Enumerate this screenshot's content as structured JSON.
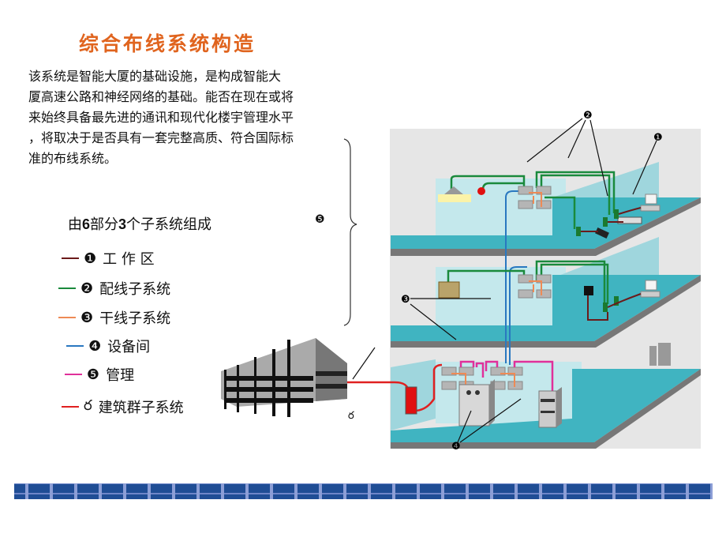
{
  "title": "综合布线系统构造",
  "paragraph": [
    " 该系统是智能大厦的基础设施，是构成智能大",
    "厦高速公路和神经网络的基础。能否在现在或将",
    "来始终具备最先进的通讯和现代化楼宇管理水平",
    "，将取决于是否具有一套完整高质、符合国际标",
    "准的布线系统。"
  ],
  "subtitle": {
    "pre": "由",
    "n1": "6",
    "mid": "部分",
    "n2": "3",
    "post": "个子系统组成"
  },
  "legend": [
    {
      "num": "❶",
      "label": "工 作 区",
      "color": "#6b1a1a"
    },
    {
      "num": "❷",
      "label": "配线子系统",
      "color": "#1a8a3c"
    },
    {
      "num": "❸",
      "label": "干线子系统",
      "color": "#ee8a55"
    },
    {
      "num": "❹",
      "label": "设备间",
      "color": "#2a78c0"
    },
    {
      "num": "❺",
      "label": "管理",
      "color": "#e0309a"
    },
    {
      "num": "ర",
      "label": "建筑群子系统",
      "color": "#e02020",
      "icon": "campus-link-icon"
    }
  ],
  "bracket_num": "❺",
  "diagram_labels": {
    "one": "❶",
    "two": "❷",
    "three": "❸",
    "four": "❹"
  },
  "colors": {
    "floor": "#3fb3c0",
    "glass": "#bfe6ea",
    "wall": "#e6e6e6",
    "accent": "#e0641e",
    "band": "#1f4d95"
  }
}
